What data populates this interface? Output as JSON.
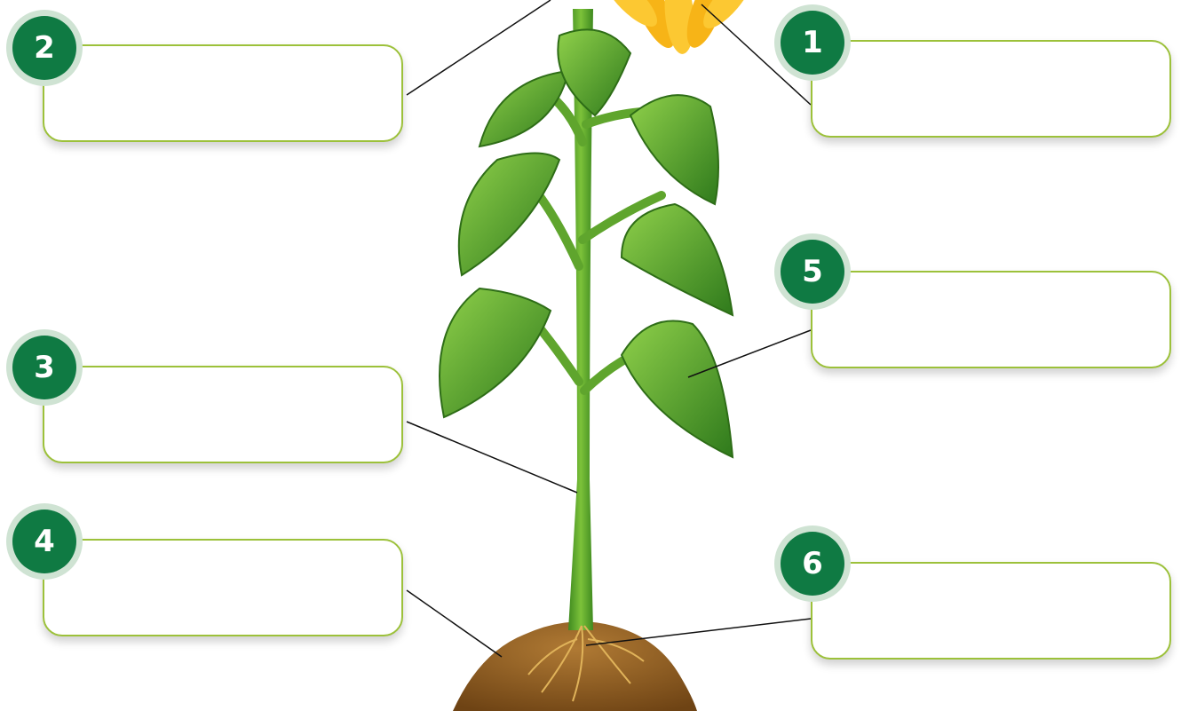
{
  "labels": [
    {
      "number": "1",
      "text": ""
    },
    {
      "number": "2",
      "text": ""
    },
    {
      "number": "3",
      "text": ""
    },
    {
      "number": "4",
      "text": ""
    },
    {
      "number": "5",
      "text": ""
    },
    {
      "number": "6",
      "text": ""
    }
  ],
  "colors": {
    "badge": "#0f7a43",
    "badge_ring": "#cfe3d3",
    "box_border": "#9cc13a",
    "stem": "#5fa52d",
    "leaf": "#4b9a2a",
    "petal": "#f7b417",
    "soil": "#8a5a22"
  }
}
